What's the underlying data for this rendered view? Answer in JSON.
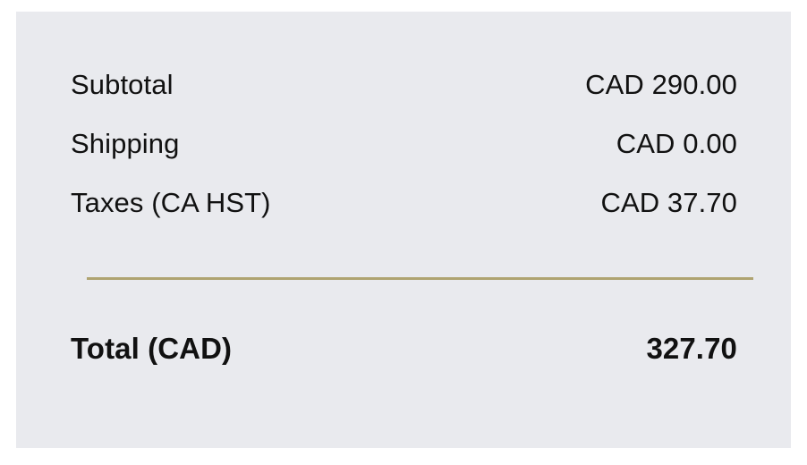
{
  "panel": {
    "background_color": "#e9eaee",
    "divider_color": "#afa371",
    "text_color": "#111111"
  },
  "summary": {
    "rows": [
      {
        "label": "Subtotal",
        "value": "CAD 290.00"
      },
      {
        "label": "Shipping",
        "value": "CAD 0.00"
      },
      {
        "label": "Taxes (CA HST)",
        "value": "CAD 37.70"
      }
    ],
    "total": {
      "label": "Total (CAD)",
      "value": "327.70"
    }
  }
}
